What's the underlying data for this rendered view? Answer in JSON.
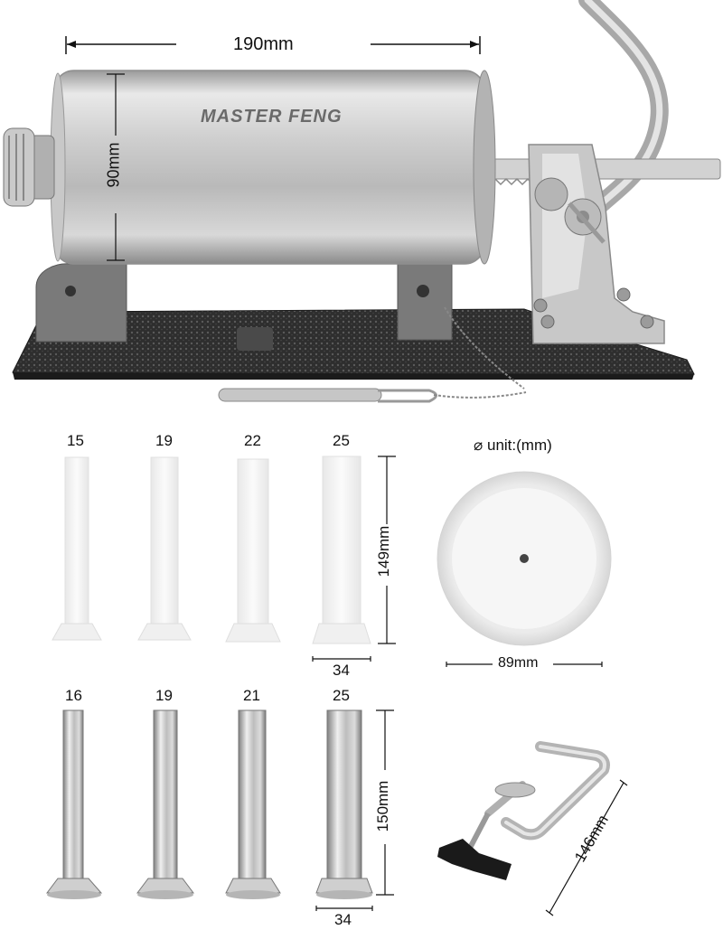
{
  "dimensions": {
    "length": "190mm",
    "diameter": "90mm",
    "plastic_tube_height": "149mm",
    "plastic_tube_base": "34",
    "plate_diameter": "89mm",
    "steel_tube_height": "150mm",
    "steel_tube_base": "34",
    "clamp_length": "146mm"
  },
  "brand": "MASTER FENG",
  "unit_note": "unit:(mm)",
  "unit_symbol": "⌀",
  "plastic_tubes": [
    "15",
    "19",
    "22",
    "25"
  ],
  "steel_tubes": [
    "16",
    "19",
    "21",
    "25"
  ],
  "colors": {
    "steel": "#c9c9c9",
    "base": "#3a3a3a",
    "bracket": "#777777",
    "plastic": "#f4f4f4",
    "handle": "#1a1a1a"
  }
}
